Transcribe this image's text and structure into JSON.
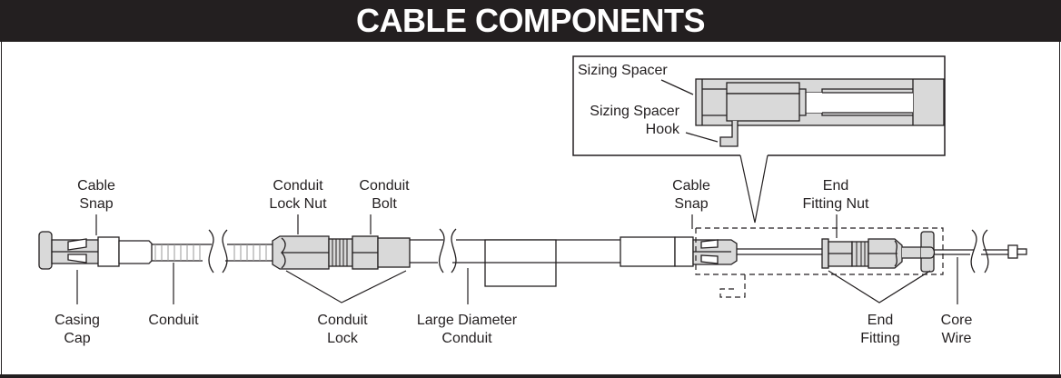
{
  "title": "CABLE COMPONENTS",
  "colors": {
    "header_bg": "#231f20",
    "header_text": "#ffffff",
    "part_fill": "#d9d9d9",
    "line": "#231f20"
  },
  "inset": {
    "labels": {
      "sizing_spacer": "Sizing Spacer",
      "sizing_spacer_hook": "Sizing Spacer\nHook"
    }
  },
  "labels": {
    "cable_snap_left": "Cable\nSnap",
    "casing_cap": "Casing\nCap",
    "conduit": "Conduit",
    "conduit_lock_nut": "Conduit\nLock Nut",
    "conduit_bolt": "Conduit\nBolt",
    "conduit_lock": "Conduit\nLock",
    "large_diameter_conduit": "Large Diameter\nConduit",
    "cable_snap_right": "Cable\nSnap",
    "end_fitting_nut": "End\nFitting Nut",
    "end_fitting": "End\nFitting",
    "core_wire": "Core\nWire"
  }
}
